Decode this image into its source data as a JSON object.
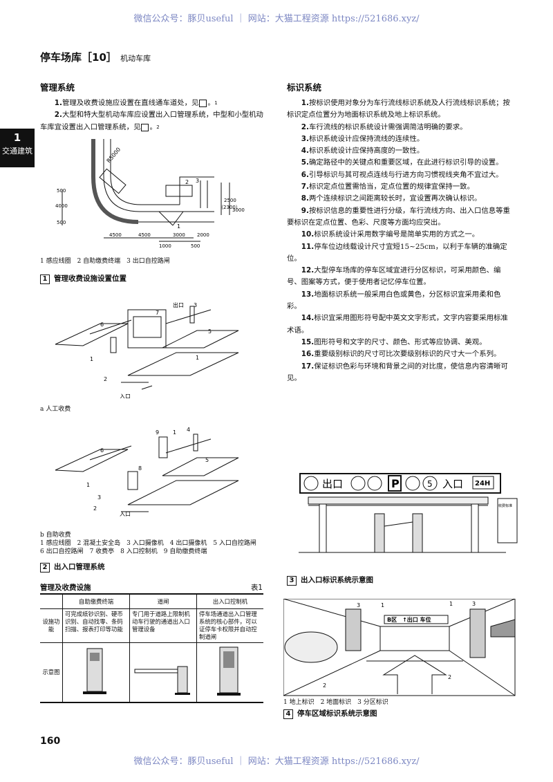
{
  "watermark": "微信公众号：豚贝useful ｜ 网站：大猫工程资源 https://521686.xyz/",
  "side_tab": {
    "number": "1",
    "label": "交通建筑"
  },
  "header": {
    "title": "停车场库［10］",
    "subtitle": "机动车库"
  },
  "left": {
    "heading": "管理系统",
    "items": [
      {
        "num": "1.",
        "text": "管理及收费设施应设置在直线通车道处，见",
        "ref": "1",
        "tail": "。"
      },
      {
        "num": "2.",
        "text": "大型和特大型机动车库应设置出入口管理系统，中型和小型机动车库宜设置出入口管理系统，见",
        "ref": "2",
        "tail": "。"
      }
    ]
  },
  "right": {
    "heading": "标识系统",
    "items": [
      {
        "num": "1.",
        "text": "按标识使用对象分为车行流线标识系统及人行流线标识系统；按标识定点位置分为地面标识系统及地上标识系统。"
      },
      {
        "num": "2.",
        "text": "车行流线的标识系统设计需强调简洁明确的要求。"
      },
      {
        "num": "3.",
        "text": "标识系统设计应保持流线的连续性。"
      },
      {
        "num": "4.",
        "text": "标识系统设计应保持高度的一致性。"
      },
      {
        "num": "5.",
        "text": "确定路径中的关键点和重要区域，在此进行标识引导的设置。"
      },
      {
        "num": "6.",
        "text": "引导标识与其可视点连线与行进方向习惯视线夹角不宜过大。"
      },
      {
        "num": "7.",
        "text": "标识定点位置需恰当，定点位置的规律宜保持一致。"
      },
      {
        "num": "8.",
        "text": "两个连续标识之间距离较长时，宜设置再次确认标识。"
      },
      {
        "num": "9.",
        "text": "按标识信息的重要性进行分级，车行流线方向、出入口信息等重要标识在定点位置、色彩、尺度等方面均应突出。"
      },
      {
        "num": "10.",
        "text": "标识系统设计采用数字编号是简单实用的方式之一。"
      },
      {
        "num": "11.",
        "text": "停车位边线载设计尺寸宜短15~25cm，以利于车辆的准确定位。"
      },
      {
        "num": "12.",
        "text": "大型停车场库的停车区域宜进行分区标识，可采用颜色、编号、图案等方式，便于使用者记忆停车位置。"
      },
      {
        "num": "13.",
        "text": "地面标识系统一般采用白色或黄色，分区标识宜采用柔和色彩。"
      },
      {
        "num": "14.",
        "text": "标识宜采用图形符号配中英文文字形式，文字内容要采用标准术语。"
      },
      {
        "num": "15.",
        "text": "图形符号和文字的尺寸、颜色、形式等应协调、美观。"
      },
      {
        "num": "16.",
        "text": "重要级别标识的尺寸可比次要级别标识的尺寸大一个系列。"
      },
      {
        "num": "17.",
        "text": "保证标识色彩与环境和背景之间的对比度，使信息内容清晰可见。"
      }
    ]
  },
  "fig1": {
    "num": "1",
    "title": "管理收费设施设置位置",
    "caption": "1 感应线圈　2 自助缴费终端　3 出口自控路闸",
    "dims": {
      "r": "R5000",
      "h1": "500",
      "h2": "4000",
      "h3": "500",
      "w1": "4500",
      "w2": "4500",
      "w3": "3000",
      "w4": "2000",
      "w5": "1000",
      "w6": "500",
      "v1": "2500",
      "v2": "（2300）",
      "v3": "3000"
    },
    "labels": {
      "l1": "1",
      "l2": "2",
      "l3": "3"
    }
  },
  "fig2a": {
    "caption": "a 人工收费",
    "entry": "入口",
    "exit": "出口",
    "labels": {
      "l1": "1",
      "l2": "2",
      "l3": "3",
      "l5": "5",
      "l6": "6",
      "l7": "7",
      "l1b": "1"
    }
  },
  "fig2b": {
    "caption": "b 自助收费",
    "entry": "入口",
    "labels": {
      "l1": "1",
      "l2": "2",
      "l3": "3",
      "l4": "4",
      "l5": "5",
      "l6": "6",
      "l8": "8",
      "l9": "9",
      "l1b": "1"
    },
    "legend_line1": "1 感应线圈　2 混凝土安全岛　3 入口摄像机　4 出口摄像机　5 入口自控路闸",
    "legend_line2": "6 出口自控路闸　7 收费亭　8 入口控制机　9 自助缴费终端"
  },
  "fig2": {
    "num": "2",
    "title": "出入口管理系统"
  },
  "table1": {
    "title": "管理及收费设施",
    "number": "表1",
    "headers": [
      "",
      "自助缴费终端",
      "道闸",
      "出入口控制机"
    ],
    "row1_head": "设施功能",
    "row1": [
      "可完成纸钞识别、硬币识别、自动找零、条码扫描、报表打印等功能",
      "专门用于道路上限制机动车行驶的通道出入口管理设备",
      "停车场通道出入口管理系统的核心部件，可以证停车卡权限并自动控制道闸"
    ],
    "row2_head": "示意图"
  },
  "fig3": {
    "num": "3",
    "title": "出入口标识系统示意图",
    "sign_exit": "出口",
    "sign_p": "P",
    "sign_speed": "5",
    "sign_entry": "入口",
    "sign_24h": "24H",
    "sign_small": "收费标准"
  },
  "fig4": {
    "num": "4",
    "title": "停车区域标识系统示意图",
    "caption": "1 地上标识　2 地面标识　3 分区标识",
    "banner": "B区　↑出口 车位",
    "labels": {
      "l1": "1",
      "l2": "2",
      "l3": "3",
      "l2b": "2",
      "l3b": "3"
    }
  },
  "page_number": "160"
}
